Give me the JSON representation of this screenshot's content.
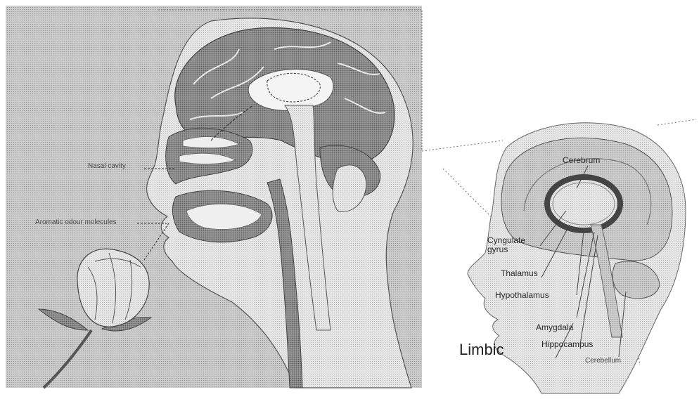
{
  "left_figure": {
    "labels": {
      "nasal_cavity": "Nasal cavity",
      "molecules": "Aromatic odour molecules"
    }
  },
  "right_figure": {
    "labels": {
      "cerebrum": "Cerebrum",
      "cingulate_gyrus": "Cyngulate\ngyrus",
      "thalamus": "Thalamus",
      "hypothalamus": "Hypothalamus",
      "amygdala": "Amygdala",
      "hippocampus": "Hippocampus",
      "cerebellum": "Cerebellum",
      "limbic": "Limbic"
    }
  },
  "colors": {
    "background": "#ffffff",
    "panel": "#c9c9c9",
    "tissue_dark": "#8a8a8a",
    "tissue_light": "#f1f1f1",
    "line": "#555555"
  }
}
